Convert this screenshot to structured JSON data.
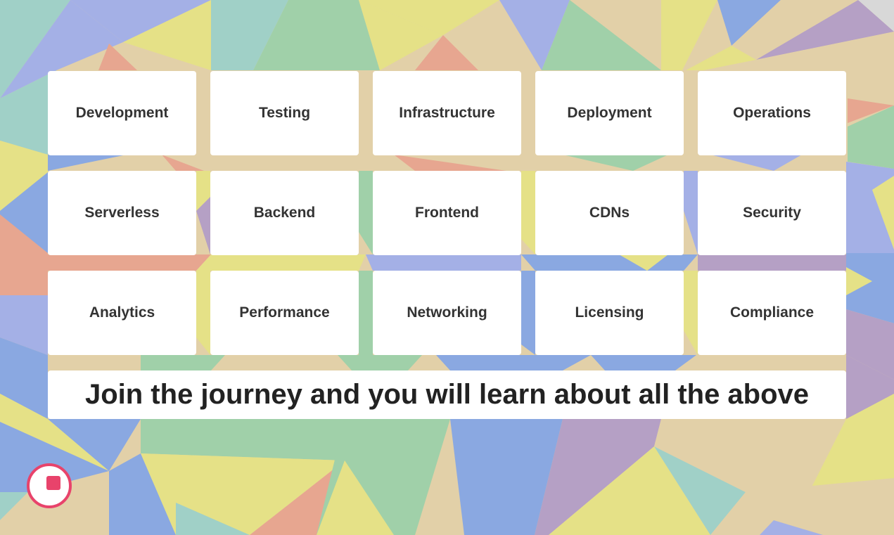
{
  "topics": [
    [
      "Development",
      "Testing",
      "Infrastructure",
      "Deployment",
      "Operations"
    ],
    [
      "Serverless",
      "Backend",
      "Frontend",
      "CDNs",
      "Security"
    ],
    [
      "Analytics",
      "Performance",
      "Networking",
      "Licensing",
      "Compliance"
    ]
  ],
  "banner": {
    "text": "Join the journey and you will learn about all the above"
  },
  "record_button": {
    "icon": "stop-icon",
    "accent_color": "#e8436b"
  },
  "background": {
    "pattern": "low-poly-triangles",
    "palette": [
      "#a4b0e6",
      "#a0d0c7",
      "#e5e187",
      "#a0d0a9",
      "#e7a690",
      "#b5a0c5",
      "#8aa8e1",
      "#e2d0a8"
    ]
  }
}
